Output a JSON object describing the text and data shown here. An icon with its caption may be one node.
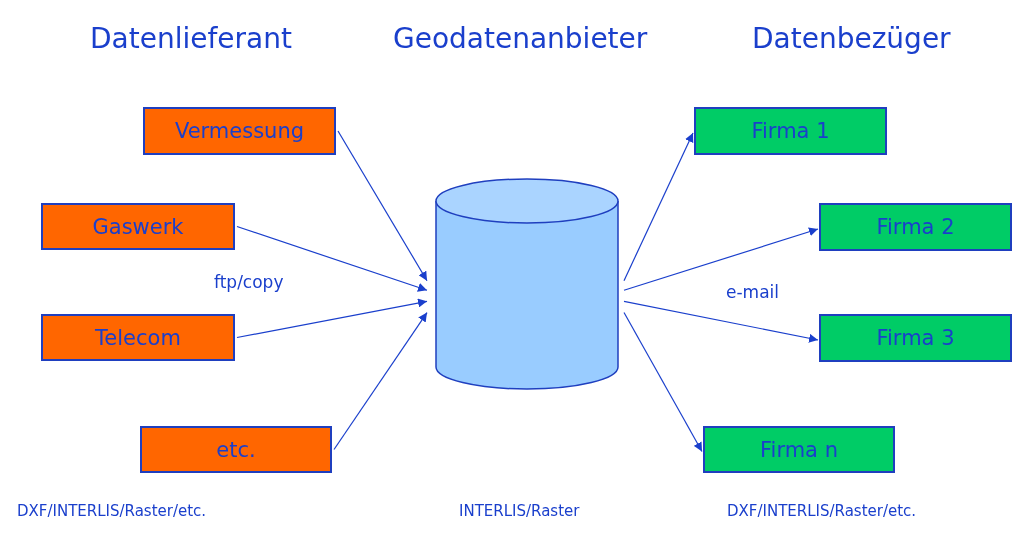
{
  "diagram": {
    "nodes": [
      {
        "text": [
          "Vermessung"
        ]
      },
      {
        "text": [
          "Gaswerk"
        ]
      },
      {
        "text": [
          "Telecom"
        ]
      },
      {
        "text": [
          "etc."
        ]
      },
      {
        "text": [],
        "shape": "cylinder"
      },
      {
        "text": [
          "Firma 1"
        ]
      },
      {
        "text": [
          "Firma 2"
        ]
      },
      {
        "text": [
          "Firma 3"
        ]
      },
      {
        "text": [
          "Firma n"
        ]
      }
    ],
    "edges": [
      {
        "from": 0,
        "to": 4,
        "arrow": "to"
      },
      {
        "from": 1,
        "to": 4,
        "arrow": "to"
      },
      {
        "from": 2,
        "to": 4,
        "arrow": "to"
      },
      {
        "from": 3,
        "to": 4,
        "arrow": "to"
      },
      {
        "from": 4,
        "to": 5,
        "arrow": "to"
      },
      {
        "from": 4,
        "to": 6,
        "arrow": "to"
      },
      {
        "from": 4,
        "to": 7,
        "arrow": "to"
      },
      {
        "from": 4,
        "to": 8,
        "arrow": "to"
      }
    ],
    "labels": [
      "Datenlieferant",
      "Geodatenanbieter",
      "Datenbezüger",
      "ftp/copy",
      "e-mail",
      "DXF/INTERLIS/Raster/etc.",
      "INTERLIS/Raster",
      "DXF/INTERLIS/Raster/etc."
    ]
  }
}
